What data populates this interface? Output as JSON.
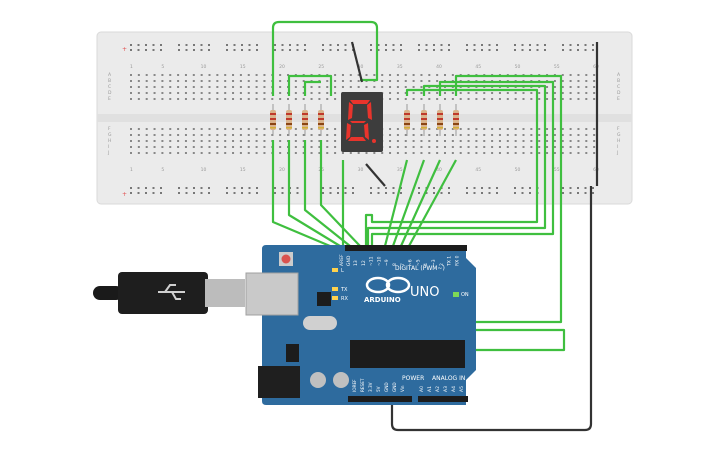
{
  "breadboard": {
    "column_numbers": [
      "1",
      "5",
      "10",
      "15",
      "20",
      "25",
      "30",
      "35",
      "40",
      "45",
      "50",
      "55",
      "60"
    ],
    "row_letters_top": [
      "A",
      "B",
      "C",
      "D",
      "E"
    ],
    "row_letters_bottom": [
      "F",
      "G",
      "H",
      "I",
      "J"
    ]
  },
  "display": {
    "digit": "8."
  },
  "arduino": {
    "brand_label": "ARDUINO",
    "model_label": "UNO",
    "digital_label": "DIGITAL (PWM~)",
    "power_label": "POWER",
    "analog_label": "ANALOG IN",
    "aref_label": "AREF",
    "gnd_label": "GND",
    "on_label": "ON",
    "tx_label": "TX",
    "rx_label": "RX",
    "l_label": "L",
    "digital_pins": [
      "13",
      "12",
      "~11",
      "~10",
      "~9",
      "8",
      "7",
      "~6",
      "~5",
      "4",
      "~3",
      "2",
      "TX 1",
      "RX 0"
    ],
    "power_pins": [
      "IOREF",
      "RESET",
      "3.3V",
      "5V",
      "GND",
      "GND",
      "Vin"
    ],
    "analog_pins": [
      "A0",
      "A1",
      "A2",
      "A3",
      "A4",
      "A5"
    ]
  },
  "colors": {
    "wire_green": "#3fbf3f",
    "wire_black": "#333333",
    "board_blue": "#2e6b9e",
    "breadboard": "#ebebeb",
    "display_body": "#3d3d3d",
    "segment_red": "#e8342c",
    "resistor_body": "#d9b38c"
  }
}
